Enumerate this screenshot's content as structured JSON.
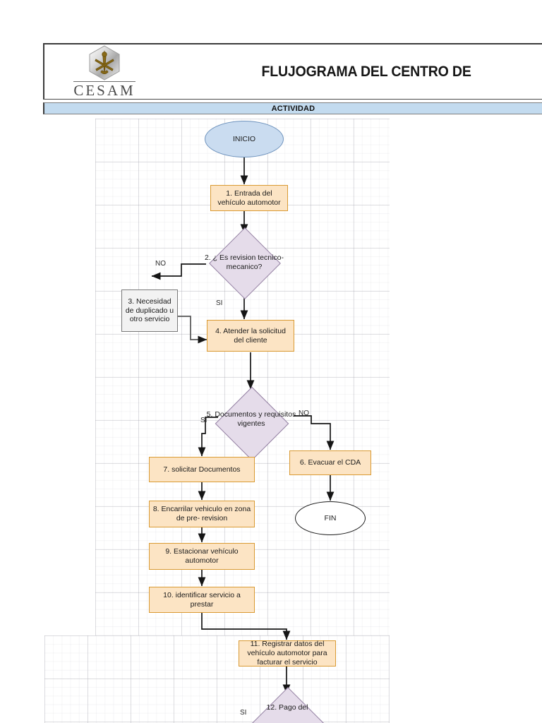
{
  "header": {
    "title": "FLUJOGRAMA DEL CENTRO DE",
    "logo_word": "CESAM",
    "logo_icon": "cesam-hexagon-emblem"
  },
  "band": {
    "label": "ACTIVIDAD"
  },
  "colors": {
    "process_fill": "#fce4c4",
    "process_border": "#d99a33",
    "decision_fill": "#e5dcea",
    "decision_border": "#9481a3",
    "start_fill": "#cadcf0",
    "start_border": "#6f93bd",
    "gray_fill": "#f2f2f2",
    "gray_border": "#7a7a7a",
    "band_fill": "#c3dbef",
    "connector": "#151515"
  },
  "flowchart": {
    "type": "flowchart",
    "title": "FLUJOGRAMA DEL CENTRO DE",
    "nodes": [
      {
        "id": "start",
        "shape": "terminator",
        "label": "INICIO"
      },
      {
        "id": "n1",
        "shape": "process",
        "label": "1. Entrada del vehículo automotor"
      },
      {
        "id": "n2",
        "shape": "decision",
        "label": "2. ¿ Es revision tecnico-mecanico?"
      },
      {
        "id": "n3",
        "shape": "process-gray",
        "label": "3. Necesidad de duplicado u otro servicio"
      },
      {
        "id": "n4",
        "shape": "process",
        "label": "4. Atender la solicitud del cliente"
      },
      {
        "id": "n5",
        "shape": "decision",
        "label": "5. Documentos y requisitos vigentes"
      },
      {
        "id": "n6",
        "shape": "process",
        "label": "6. Evacuar el CDA"
      },
      {
        "id": "n7",
        "shape": "process",
        "label": "7. solicitar Documentos"
      },
      {
        "id": "n8",
        "shape": "process",
        "label": "8. Encarrilar vehiculo en zona de pre- revision"
      },
      {
        "id": "n9",
        "shape": "process",
        "label": "9. Estacionar vehículo automotor"
      },
      {
        "id": "n10",
        "shape": "process",
        "label": "10. identificar servicio a prestar"
      },
      {
        "id": "n11",
        "shape": "process",
        "label": "11. Registrar datos del vehículo automotor para facturar el servicio"
      },
      {
        "id": "n12",
        "shape": "decision",
        "label": "12. Pago del"
      },
      {
        "id": "end",
        "shape": "terminator",
        "label": "FIN"
      }
    ],
    "edges": [
      {
        "from": "start",
        "to": "n1",
        "label": ""
      },
      {
        "from": "n1",
        "to": "n2",
        "label": ""
      },
      {
        "from": "n2",
        "to": "n3",
        "label": "NO"
      },
      {
        "from": "n2",
        "to": "n4",
        "label": "SI"
      },
      {
        "from": "n3",
        "to": "n4",
        "label": ""
      },
      {
        "from": "n4",
        "to": "n5",
        "label": ""
      },
      {
        "from": "n5",
        "to": "n7",
        "label": "SI"
      },
      {
        "from": "n5",
        "to": "n6",
        "label": "NO"
      },
      {
        "from": "n6",
        "to": "end",
        "label": ""
      },
      {
        "from": "n7",
        "to": "n8",
        "label": ""
      },
      {
        "from": "n8",
        "to": "n9",
        "label": ""
      },
      {
        "from": "n9",
        "to": "n10",
        "label": ""
      },
      {
        "from": "n10",
        "to": "n11",
        "label": ""
      },
      {
        "from": "n11",
        "to": "n12",
        "label": ""
      },
      {
        "from": "n12",
        "to": "",
        "label": "SI"
      }
    ],
    "edge_labels": {
      "no_2": "NO",
      "si_2": "SI",
      "si_5": "SI",
      "no_5": "NO",
      "si_12": "SI"
    }
  }
}
